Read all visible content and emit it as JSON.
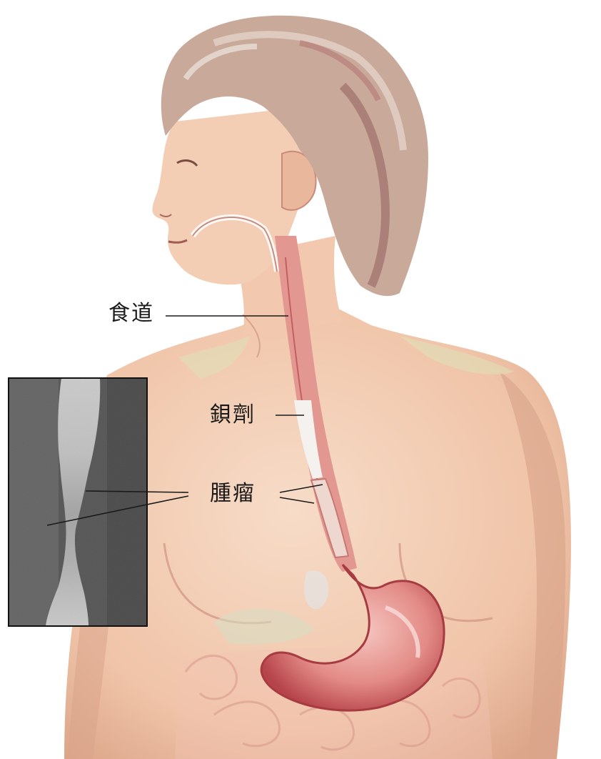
{
  "labels": {
    "esophagus": "食道",
    "barium": "鋇劑",
    "tumor": "腫瘤"
  },
  "colors": {
    "skin": "#f2c9ae",
    "skin_shadow": "#d9a48a",
    "skin_highlight": "#f7e4d4",
    "hair": "#c9a99a",
    "hair_shadow": "#9e6f6b",
    "hair_highlight": "#e3d2c8",
    "esophagus": "#d97a74",
    "stomach": "#e89a95",
    "stomach_dark": "#b6434a",
    "xray_dark": "#3c3c3c",
    "xray_light": "#f4f4f4",
    "line": "#1a1a1a"
  },
  "icons": {
    "figure": "human-upper-body-illustration",
    "xray": "barium-swallow-xray-image"
  }
}
